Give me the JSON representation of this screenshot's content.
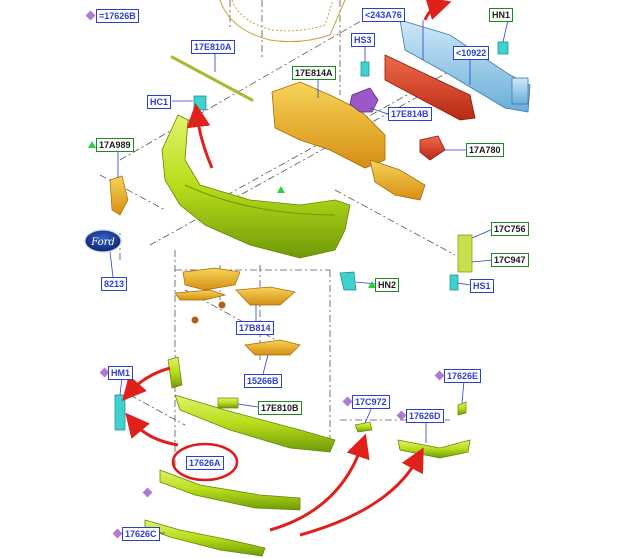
{
  "legend": {
    "diamond_code": "=17626B"
  },
  "callouts": {
    "c243A76": "<243A76",
    "cHN1": "HN1",
    "cHS3": "HS3",
    "c10922": "<10922",
    "c17E810A": "17E810A",
    "c17E814A": "17E814A",
    "cHC1": "HC1",
    "c17E814B": "17E814B",
    "c17A989": "17A989",
    "c17A780": "17A780",
    "c17C756": "17C756",
    "c17C947": "17C947",
    "c8213": "8213",
    "cHN2": "HN2",
    "cHS1": "HS1",
    "c17B814": "17B814",
    "c15266B": "15266B",
    "cHM1": "HM1",
    "c17E810B": "17E810B",
    "c17C972": "17C972",
    "c17626E": "17626E",
    "c17626D": "17626D",
    "c17626A": "17626A",
    "c17626C": "17626C"
  },
  "logo_text": "Ford",
  "colors": {
    "callout_blue": "#2b3fd6",
    "callout_green": "#1f8a1f",
    "bumper_green": "#b8dc1a",
    "shield_orange": "#e8b020",
    "beam_red": "#d83a20",
    "beam_blue": "#8ec6ea",
    "arrow_red": "#e0201a",
    "highlight_circle": "#e01a1a",
    "symbol_purple": "#b07ad9",
    "symbol_green": "#2fcf3f",
    "clip_cyan": "#3fd0d0"
  }
}
